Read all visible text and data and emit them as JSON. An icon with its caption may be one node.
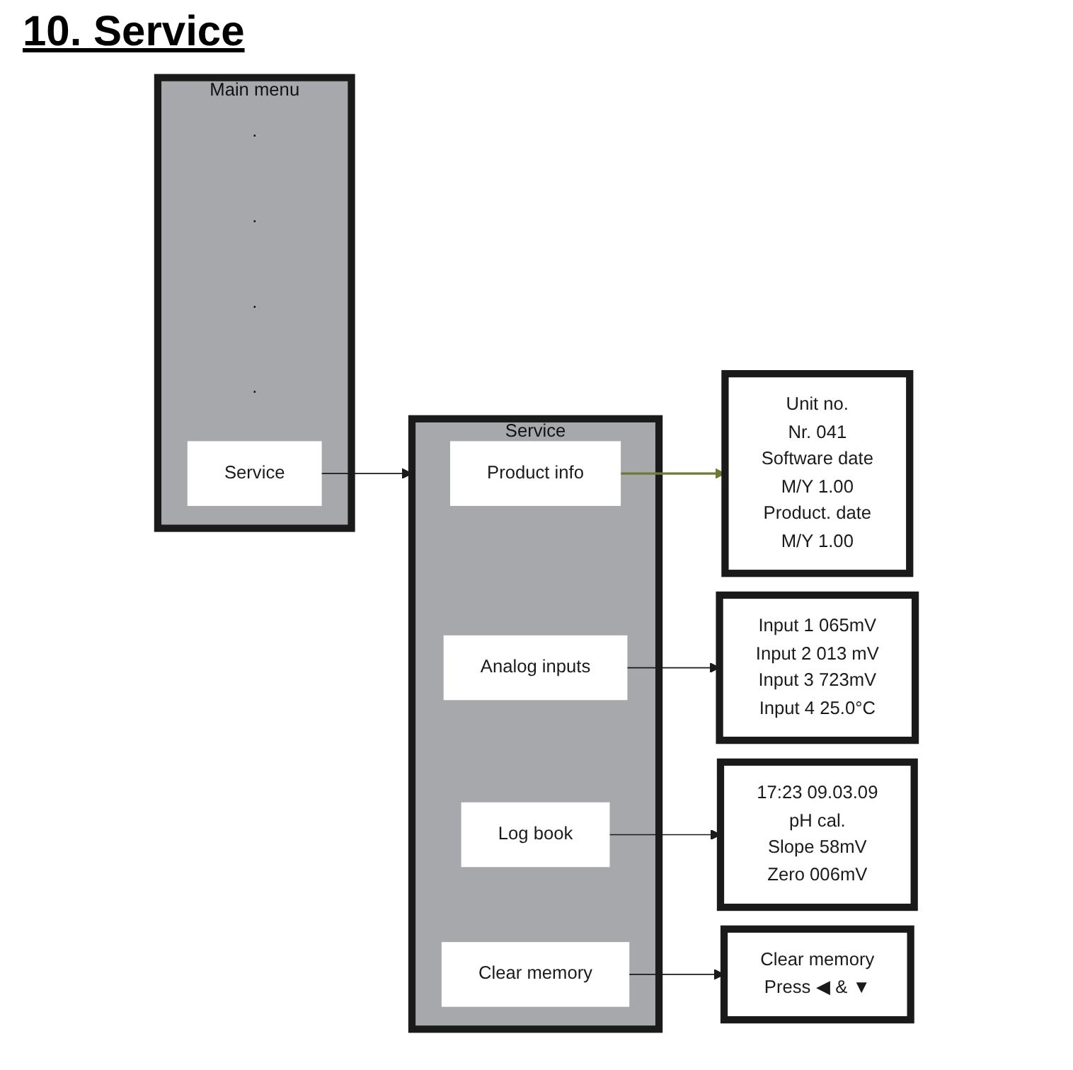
{
  "diagram": {
    "title": "10. Service",
    "nodes": [
      {
        "text": [
          "Main menu"
        ]
      },
      {
        "text": [
          "."
        ],
        "in": 0
      },
      {
        "text": [
          "."
        ],
        "in": 0
      },
      {
        "text": [
          "."
        ],
        "in": 0
      },
      {
        "text": [
          "."
        ],
        "in": 0
      },
      {
        "text": [
          "Service"
        ],
        "in": 0
      },
      {
        "text": [
          "Service"
        ]
      },
      {
        "text": [
          "Product info"
        ],
        "in": 6
      },
      {
        "text": [
          "Analog inputs"
        ],
        "in": 6
      },
      {
        "text": [
          "Log book"
        ],
        "in": 6
      },
      {
        "text": [
          "Clear memory"
        ],
        "in": 6
      },
      {
        "text": [
          "Unit no.",
          "Nr. 041",
          "Software date",
          "M/Y 1.00",
          "Product. date",
          "M/Y 1.00"
        ]
      },
      {
        "text": [
          "Input 1 065mV",
          "Input 2 013 mV",
          "Input 3 723mV",
          "Input 4 25.0°C"
        ]
      },
      {
        "text": [
          "17:23 09.03.09",
          "pH cal.",
          "Slope 58mV",
          "Zero 006mV"
        ]
      },
      {
        "text": [
          "Clear memory",
          "Press ◀ & ▼"
        ]
      }
    ],
    "edges": [
      {
        "from": 5,
        "to": 6,
        "arrow": "to"
      },
      {
        "from": 7,
        "to": 11,
        "arrow": "to",
        "color": "#6e7b33"
      },
      {
        "from": 8,
        "to": 12,
        "arrow": "to"
      },
      {
        "from": 9,
        "to": 13,
        "arrow": "to"
      },
      {
        "from": 10,
        "to": 14,
        "arrow": "to"
      }
    ]
  }
}
